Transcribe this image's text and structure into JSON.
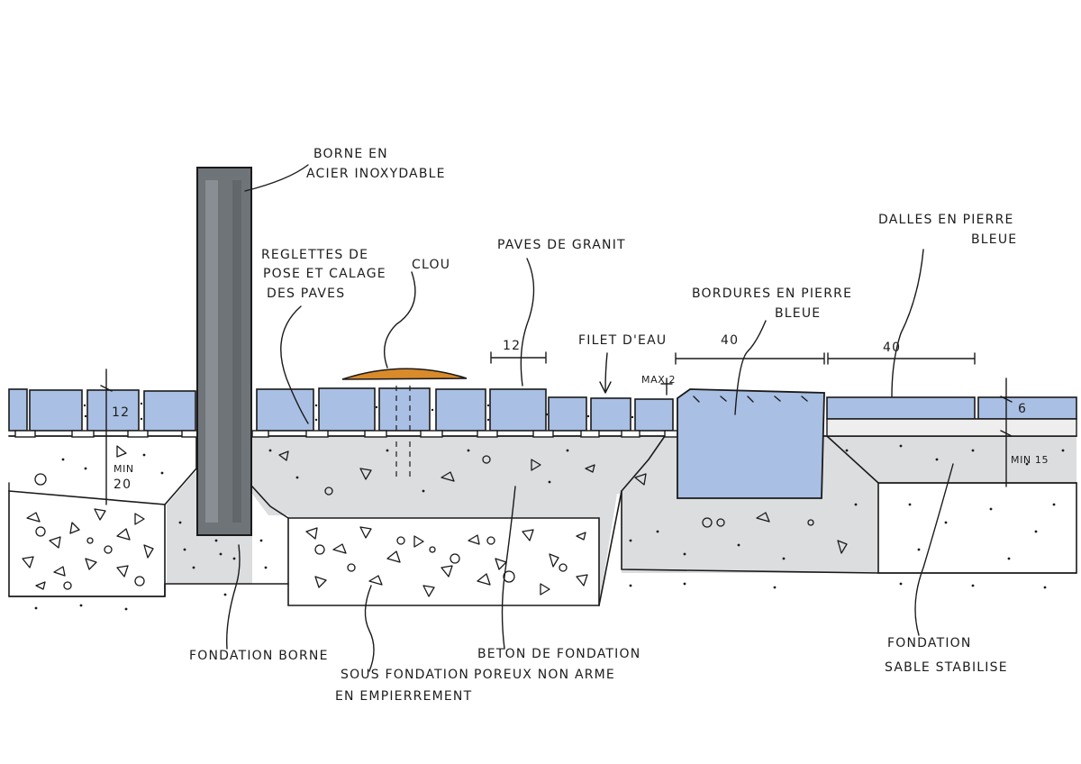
{
  "labels": {
    "borne": [
      "BORNE EN",
      "ACIER INOXYDABLE"
    ],
    "reglettes": [
      "REGLETTES DE",
      "POSE ET CALAGE",
      "DES PAVES"
    ],
    "clou": "CLOU",
    "paves": "PAVES DE GRANIT",
    "filet": "FILET D'EAU",
    "bordures": [
      "BORDURES EN PIERRE",
      "BLEUE"
    ],
    "dalles": [
      "DALLES EN PIERRE",
      "BLEUE"
    ],
    "fondation_borne": "FONDATION BORNE",
    "sous_fondation": [
      "SOUS FONDATION",
      "EN EMPIERREMENT"
    ],
    "beton": [
      "BETON DE FONDATION",
      "POREUX NON ARME"
    ],
    "fondation_sable": [
      "FONDATION",
      "SABLE STABILISE"
    ]
  },
  "dimensions": {
    "pave_width": "12",
    "pave_height": "12",
    "min_20": [
      "MIN",
      "20"
    ],
    "max_2": "MAX 2",
    "bordure_width": "40",
    "dalle_width": "40",
    "dalle_height": "6",
    "min_15": "MIN 15"
  },
  "colors": {
    "stone_blue": "#a9bfe3",
    "steel_grey": "#6f7479",
    "concrete_grey": "#d9dadb",
    "clou_orange": "#d98a2b",
    "ink": "#1a1a1a"
  }
}
